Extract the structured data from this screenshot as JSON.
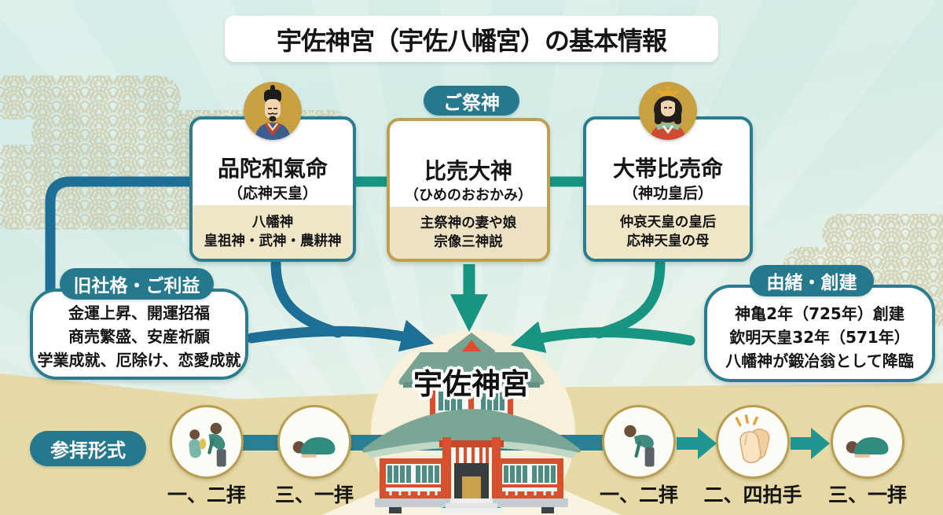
{
  "title": "宇佐神宮（宇佐八幡宮）の基本情報",
  "deity_badge": "ご祭神",
  "cards": [
    {
      "name": "品陀和氣命",
      "sub": "（応神天皇）",
      "desc1": "八幡神",
      "desc2": "皇祖神・武神・農耕神",
      "avatar_icon": "emperor-avatar"
    },
    {
      "name": "比売大神",
      "sub": "（ひめのおおかみ）",
      "desc1": "主祭神の妻や娘",
      "desc2": "宗像三神説"
    },
    {
      "name": "大帯比売命",
      "sub": "（神功皇后）",
      "desc1": "仲哀天皇の皇后",
      "desc2": "応神天皇の母",
      "avatar_icon": "empress-avatar"
    }
  ],
  "benefits": {
    "badge": "旧社格・ご利益",
    "lines": [
      "金運上昇、開運招福",
      "商売繁盛、安産祈願",
      "学業成就、厄除け、恋愛成就"
    ]
  },
  "history": {
    "badge": "由緒・創建",
    "lines": [
      "神亀2年（725年）創建",
      "欽明天皇32年（571年）",
      "八幡神が鍛冶翁として降臨"
    ]
  },
  "shrine_label": "宇佐神宮",
  "worship": {
    "badge": "参拝形式",
    "steps": [
      {
        "label": "一、二拝",
        "icon": "bow-pair-icon"
      },
      {
        "label": "三、一拝",
        "icon": "deep-bow-icon"
      },
      {
        "label": "一、二拝",
        "icon": "bow-icon"
      },
      {
        "label": "二、四拍手",
        "icon": "clap-icon"
      },
      {
        "label": "三、一拝",
        "icon": "deep-bow-icon"
      }
    ]
  },
  "colors": {
    "teal_badge": "#26798d",
    "teal_border": "#2a7d8f",
    "arrow_green": "#179482",
    "arrow_blue": "#1d6f96",
    "band_teal": "#2b7f92",
    "gold_border": "#bfa051",
    "avatar_gold": "#c8a041",
    "note_beige": "#efe5c7",
    "ground_tan": "#e8dcab"
  }
}
